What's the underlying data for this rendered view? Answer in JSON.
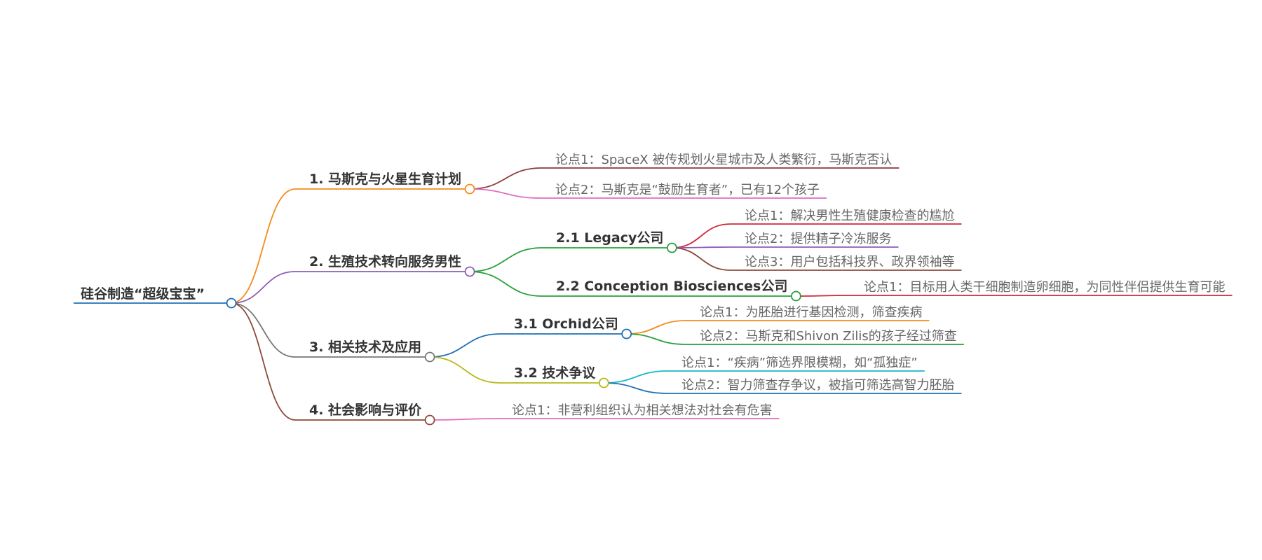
{
  "root": {
    "label": "硅谷制造“超级宝宝”",
    "color": "#1f6fb2"
  },
  "topics": [
    {
      "label": "1. 马斯克与火星生育计划",
      "color": "#f28c1b",
      "children": [
        {
          "label": "论点1：SpaceX 被传规划火星城市及人类繁衍，马斯克否认",
          "color": "#8b3a3a"
        },
        {
          "label": "论点2：马斯克是“鼓励生育者”，已有12个孩子",
          "color": "#e06cc4"
        }
      ]
    },
    {
      "label": "2. 生殖技术转向服务男性",
      "color": "#8e5bb5",
      "children": [
        {
          "label": "2.1 Legacy公司",
          "color": "#26a03a",
          "children": [
            {
              "label": "论点1：解决男性生殖健康检查的尴尬",
              "color": "#cc2a36"
            },
            {
              "label": "论点2：提供精子冷冻服务",
              "color": "#8e5bb5"
            },
            {
              "label": "论点3：用户包括科技界、政界领袖等",
              "color": "#8b4a3a"
            }
          ]
        },
        {
          "label": "2.2 Conception Biosciences公司",
          "color": "#26a03a",
          "children": [
            {
              "label": "论点1：目标用人类干细胞制造卵细胞，为同性伴侣提供生育可能",
              "color": "#cc2a36"
            }
          ]
        }
      ]
    },
    {
      "label": "3. 相关技术及应用",
      "color": "#777777",
      "children": [
        {
          "label": "3.1 Orchid公司",
          "color": "#1f6fb2",
          "children": [
            {
              "label": "论点1：为胚胎进行基因检测，筛查疾病",
              "color": "#f28c1b"
            },
            {
              "label": "论点2：马斯克和Shivon Zilis的孩子经过筛查",
              "color": "#26a03a"
            }
          ]
        },
        {
          "label": "3.2 技术争议",
          "color": "#b8b81a",
          "children": [
            {
              "label": "论点1：“疾病”筛选界限模糊，如“孤独症”",
              "color": "#18b8c8"
            },
            {
              "label": "论点2：智力筛查存争议，被指可筛选高智力胚胎",
              "color": "#1f6fb2"
            }
          ]
        }
      ]
    },
    {
      "label": "4. 社会影响与评价",
      "color": "#8b4a3a",
      "children": [
        {
          "label": "论点1：非营利组织认为相关想法对社会有危害",
          "color": "#e06cc4"
        }
      ]
    }
  ]
}
